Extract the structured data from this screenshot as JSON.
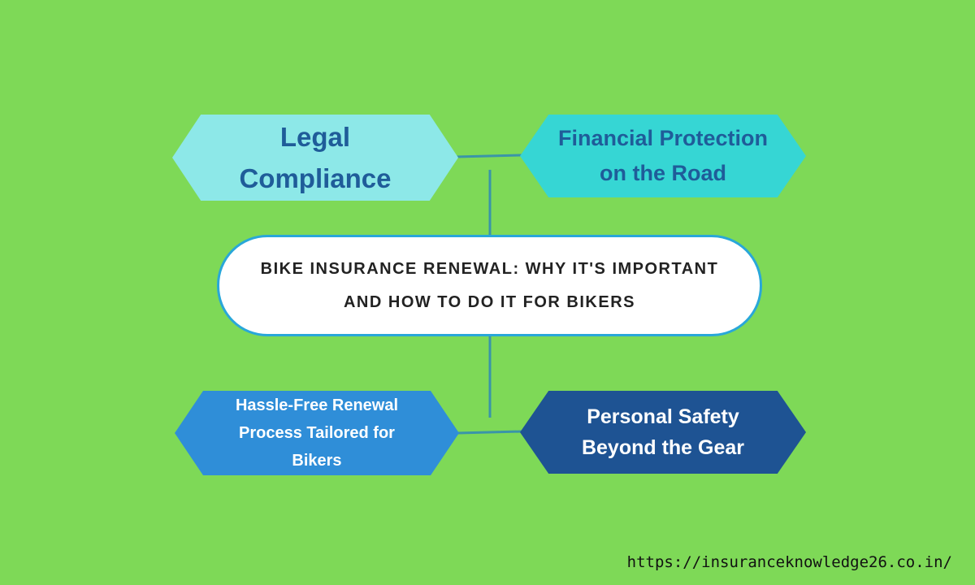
{
  "diagram": {
    "center_title_line1": "BIKE INSURANCE RENEWAL: WHY IT'S IMPORTANT",
    "center_title_line2": "AND HOW TO DO IT FOR BIKERS",
    "nodes": [
      {
        "id": "legal",
        "line1": "Legal",
        "line2": "Compliance"
      },
      {
        "id": "financial",
        "line1": "Financial Protection",
        "line2": "on the Road"
      },
      {
        "id": "hassle",
        "line1": "Hassle-Free Renewal",
        "line2": "Process Tailored for",
        "line3": "Bikers"
      },
      {
        "id": "safety",
        "line1": "Personal Safety",
        "line2": "Beyond the Gear"
      }
    ],
    "edges": [
      {
        "from": "legal",
        "to": "financial"
      },
      {
        "from": "hassle",
        "to": "safety"
      },
      {
        "from": "center",
        "to": "financial"
      },
      {
        "from": "center",
        "to": "safety"
      }
    ]
  },
  "website_url": "https://insuranceknowledge26.co.in/",
  "colors": {
    "background": "#7ed957",
    "legal_fill": "#8de8e8",
    "legal_text": "#1f5c99",
    "financial_fill": "#36d6d4",
    "financial_text": "#1f5c99",
    "hassle_fill": "#2f8ed8",
    "hassle_text": "#ffffff",
    "safety_fill": "#1e5393",
    "safety_text": "#ffffff",
    "center_fill": "#ffffff",
    "center_border": "#29a7d9",
    "center_text": "#222222",
    "connector": "#3a95a8"
  }
}
